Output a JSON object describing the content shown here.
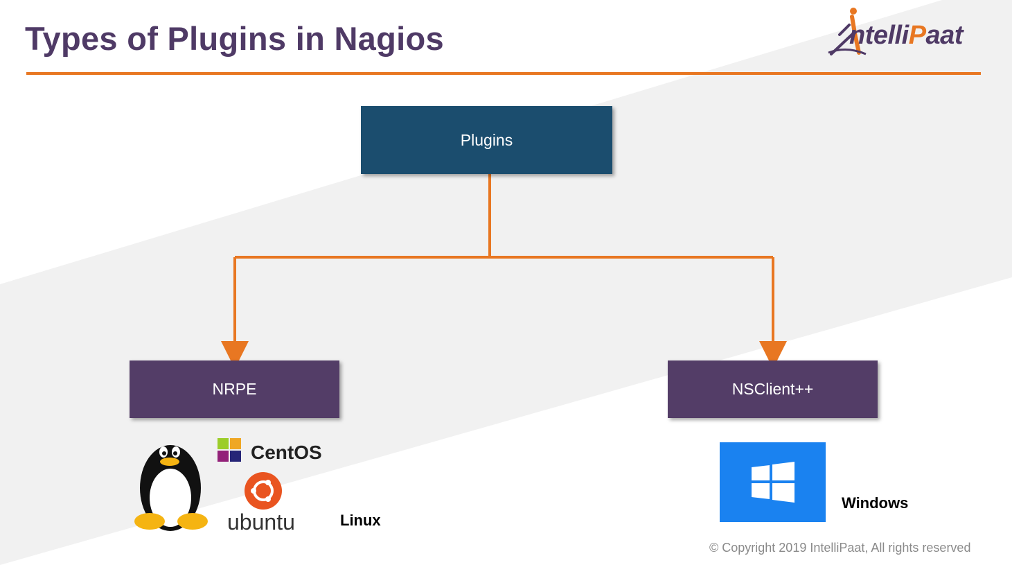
{
  "slide": {
    "title": "Types of Plugins in Nagios",
    "brand_logo": {
      "icon": "intellipaat-logo-icon",
      "text_prefix": "ntelli",
      "text_accent": "P",
      "text_suffix": "aat"
    },
    "copyright": "© Copyright 2019 IntelliPaat, All rights reserved"
  },
  "diagram": {
    "root": "Plugins",
    "children": [
      {
        "label": "NRPE",
        "platform_caption": "Linux",
        "platform_logos": [
          "tux-penguin-icon",
          "centos-logo-icon",
          "ubuntu-logo-icon"
        ],
        "logo_texts": [
          "CentOS",
          "ubuntu"
        ]
      },
      {
        "label": "NSClient++",
        "platform_caption": "Windows",
        "platform_logos": [
          "windows-logo-icon"
        ]
      }
    ]
  },
  "colors": {
    "title": "#4f3a66",
    "accent": "#e87722",
    "root_node": "#1b4d6e",
    "child_node": "#533d67",
    "windows_blue": "#1a82f0"
  }
}
